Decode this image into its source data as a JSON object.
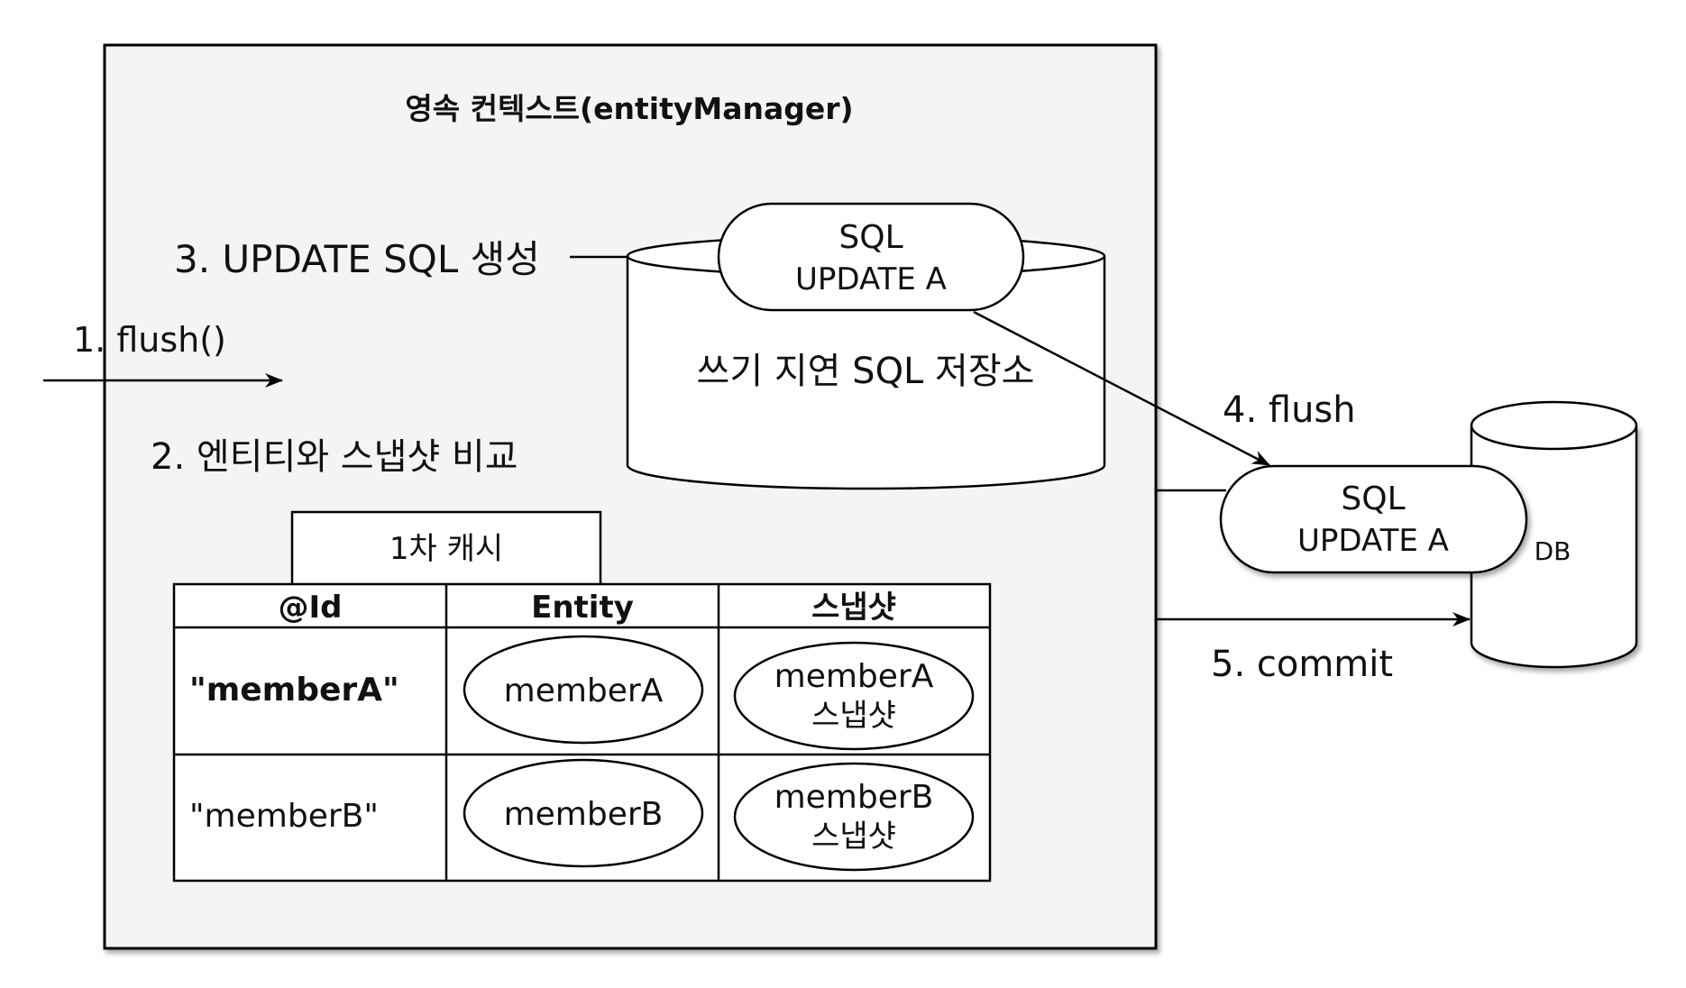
{
  "title": "영속 컨텍스트(entityManager)",
  "steps": {
    "step1": "1. flush()",
    "step2": "2. 엔티티와 스냅샷 비교",
    "step3": "3. UPDATE SQL 생성",
    "step4": "4. flush",
    "step5": "5. commit"
  },
  "write_behind_store": {
    "label": "쓰기 지연 SQL 저장소",
    "sql_item": {
      "line1": "SQL",
      "line2": "UPDATE A"
    }
  },
  "db": {
    "label": "DB",
    "sql_item": {
      "line1": "SQL",
      "line2": "UPDATE A"
    }
  },
  "first_level_cache": {
    "tab_label": "1차 캐시",
    "columns": [
      "@Id",
      "Entity",
      "스냅샷"
    ],
    "rows": [
      {
        "id": "\"memberA\"",
        "entity": "memberA",
        "snapshot_line1": "memberA",
        "snapshot_line2": "스냅샷"
      },
      {
        "id": "\"memberB\"",
        "entity": "memberB",
        "snapshot_line1": "memberB",
        "snapshot_line2": "스냅샷"
      }
    ]
  },
  "colors": {
    "context_background": "#f4f4f4",
    "stroke": "#000000",
    "shape_fill": "#ffffff"
  }
}
